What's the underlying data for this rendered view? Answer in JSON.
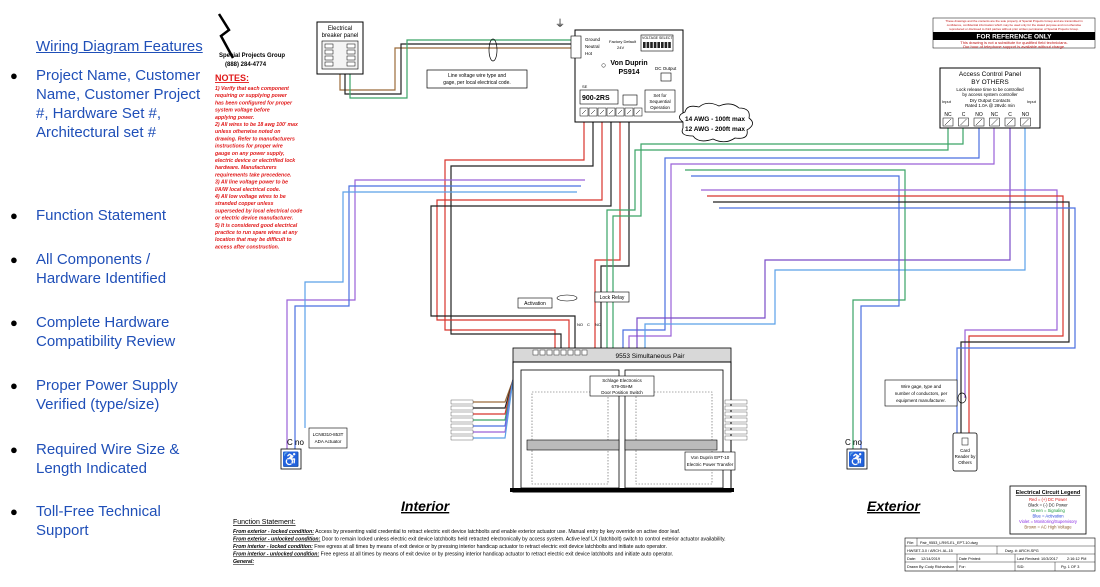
{
  "features": {
    "title": "Wiring Diagram Features",
    "items": [
      "Project Name, Customer Name, Customer Project #, Hardware Set #, Architectural set #",
      "Function Statement",
      "All Components / Hardware Identified",
      "Complete Hardware Compatibility Review",
      "Proper Power Supply Verified (type/size)",
      "Required Wire Size & Length Indicated",
      "Toll-Free Technical Support"
    ]
  },
  "logo": {
    "company": "Special Projects Group",
    "phone": "(888) 284-4774"
  },
  "notes": {
    "title": "NOTES:",
    "lines": [
      "1)  Verify that each component",
      "requiring or supplying power",
      "has been configured for proper",
      "system voltage before",
      "applying power.",
      "2) All wires to be 18 awg 100' max",
      "unless otherwise noted on",
      "drawing. Refer to manufacturers",
      "instructions for proper wire",
      "gauge on any power supply,",
      "electric device or electrified lock",
      "hardware. Manufacturers",
      "requirements take precedence.",
      "3) All line voltage power to be",
      "I/A/W local electrical code.",
      "4) All low voltage wires to be",
      "stranded copper unless",
      "superseded by local electrical code",
      "or electric device manufacturer.",
      "5) It is considered good electrical",
      "practice to run spare wires at any",
      "location that may be difficult to",
      "access after construction."
    ]
  },
  "breaker": {
    "title1": "Electrical",
    "title2": "breaker panel"
  },
  "callouts": {
    "line_voltage1": "Line voltage wire type and",
    "line_voltage2": "gage, per local electrical code.",
    "awg1": "14 AWG - 100ft max",
    "awg2": "12 AWG - 200ft max",
    "wire_gage1": "Wire gage, type and",
    "wire_gage2": "number of conductors, per",
    "wire_gage3": "equipment manufacturer."
  },
  "power_supply": {
    "brand": "Von Duprin",
    "model": "PS914",
    "ground": "Ground",
    "neutral": "Neutral",
    "hot": "Hot",
    "factory_default": "Factory Default",
    "volts": "24V",
    "voltage_select": "VOLTAGE SELECT",
    "dc_output": "DC Output",
    "board": "900-2RS",
    "set_for1": "Set for",
    "set_for2": "Sequential",
    "set_for3": "Operation"
  },
  "disclaimer": {
    "lines": [
      "These drawings and the contents are the sole property of Special Projects Group and are transmitted in",
      "confidence, confidential information which may be used only for the stated purpose and not otherwise",
      "reproduced or disclosed to third parties without prior written permission of Special Projects Group."
    ],
    "ref_title": "FOR REFERENCE ONLY",
    "ref1": "This drawing is not a substitute for qualified field technicians.",
    "ref2": "Our hour of telephone support is available without charge."
  },
  "access_control": {
    "title1": "Access Control Panel",
    "title2": "BY OTHERS",
    "desc1": "Lock release time to be controlled",
    "desc2": "by access system controller",
    "input_left": "Input",
    "input_right": "Input",
    "dry_contacts": "Dry Output Contacts",
    "rated": "Rated 1.0A @ 28vdc min",
    "terminals": [
      "NC",
      "C",
      "NO",
      "NC",
      "C",
      "NO"
    ]
  },
  "labels": {
    "activation": "Activation",
    "lock_relay": "Lock Relay",
    "simultaneous_pair": "9553 Simultaneous Pair",
    "dps1": "Schlage Electronics",
    "dps2": "679-05HM",
    "dps3": "Door Position Switch",
    "actuator1": "LCN8310-853T",
    "actuator2": "ADA Actuator",
    "ept1": "Von Duprin EPT-10",
    "ept2": "Electric Power Transfer",
    "card1": "Card",
    "card2": "Reader by",
    "card3": "Others",
    "cno": "C  no",
    "interior": "Interior",
    "exterior": "Exterior"
  },
  "legend": {
    "title": "Electrical Circuit Legend",
    "items": [
      {
        "text": "Red = (+) DC Power",
        "color": "#e01818"
      },
      {
        "text": "Black = (-) DC Power",
        "color": "#111111"
      },
      {
        "text": "Green = Signaling",
        "color": "#1a9a3a"
      },
      {
        "text": "Blue = Activation",
        "color": "#2040d8"
      },
      {
        "text": "Violet = Monitoring/Supervisory",
        "color": "#8a2be2"
      },
      {
        "text": "Brown = AC High Voltage",
        "color": "#8b5a2b"
      }
    ]
  },
  "function_statement": {
    "title": "Function Statement:",
    "lines": [
      {
        "cond": "From exterior - locked condition:",
        "text": "Access by presenting valid credential to retract electric exit device latchbolts and enable exterior actuator use. Manual entry by key override on active door leaf."
      },
      {
        "cond": "From exterior - unlocked condition:",
        "text": "Door to remain locked unless electric exit device latchbolts held retracted electronically by access system. Active leaf LX (latchbolt) switch to control exterior actuator availability."
      },
      {
        "cond": "From interior - locked condition:",
        "text": "Free egress at all times by means of exit device or by pressing interior handicap actuator to retract electric exit device latchbolts and initiate auto operator."
      },
      {
        "cond": "From interior - unlocked condition:",
        "text": "Free egress at all times by means of exit device or by pressing interior handicap actuator to retract electric exit device latchbolts and initiate auto operator."
      },
      {
        "cond": "General:",
        "text": ""
      }
    ]
  },
  "title_block": {
    "file_label": "File:",
    "file": "Pair_9553_LR9S-EL_EPT-10.dwg",
    "hwset": "HWSET-3.0 / ARCH. AL-15",
    "drawing_no": "Dwg. #: ARCH-SPG",
    "date_label": "Date:",
    "date": "12/14/2019",
    "date_printed_label": "Date Printed:",
    "last_revised_label": "Last Revised:",
    "last_revised": "10/3/2017",
    "time": "2:16:12 PM",
    "drawn_label": "Drawn By:",
    "drawn": "Cody Richardson",
    "for_label": "For:",
    "sid_label": "SID:",
    "page": "Pg. 1 OF 3"
  },
  "wire_colors": {
    "brown": "#9b6b3a",
    "black": "#222222",
    "red": "#d8342c",
    "green": "#3aa466",
    "blue": "#4a6fe0",
    "violet": "#9a62d8",
    "lightblue": "#5aa0e8",
    "purple": "#7a4cc8"
  }
}
